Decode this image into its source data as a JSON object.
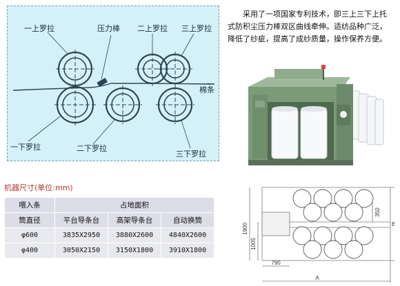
{
  "diagram": {
    "labels": {
      "top_roller_1": "一上罗拉",
      "pressure_bar": "压力棒",
      "top_roller_2": "二上罗拉",
      "top_roller_3": "三上罗拉",
      "sliver": "棉条",
      "bottom_roller_1": "一下罗拉",
      "bottom_roller_2": "二下罗拉",
      "bottom_roller_3": "三下罗拉"
    }
  },
  "description": "采用了一项国家专利技术，即三上三下上托式防积尘压力棒双区曲线牵伸。适纺品种广泛，降低了纱疵，提高了成纱质量，操作保养方便。",
  "machine_size_heading": "机器尺寸(单位:mm)",
  "table": {
    "feed_header": "喂入条",
    "diameter_header": "筒直径",
    "area_header": "占地面积",
    "col_headers": [
      "平台导条台",
      "高架导条台",
      "自动换筒"
    ],
    "rows": [
      {
        "diameter": "φ600",
        "values": [
          "3835X2950",
          "3880X2600",
          "4840X2600"
        ]
      },
      {
        "diameter": "φ400",
        "values": [
          "3050X2150",
          "3150X1800",
          "3910X1800"
        ]
      }
    ]
  },
  "layout": {
    "dims": {
      "height": "1900",
      "inner_height": "1005",
      "pitch": "350",
      "depth": "790",
      "width": "A",
      "section": "B"
    }
  },
  "colors": {
    "diagram_bg": "#d4f1f7",
    "machine_green": "#7a9a78",
    "heading_red": "#b8332b"
  }
}
